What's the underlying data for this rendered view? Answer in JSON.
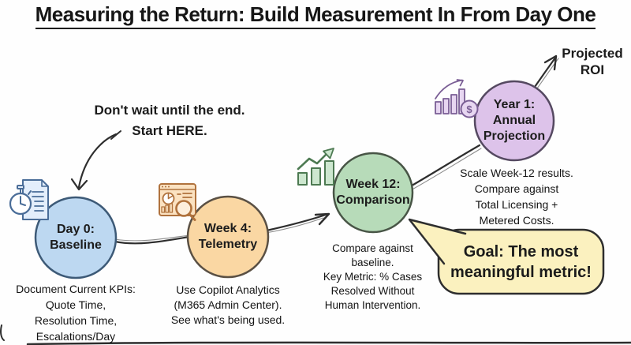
{
  "title": "Measuring the Return: Build Measurement In From Day One",
  "callout": "Don't wait until the end.\nStart HERE.",
  "projected_roi": "Projected\nROI",
  "goal_bubble": {
    "text": "Goal: The most\nmeaningful metric!",
    "fill": "#fbf1bf"
  },
  "icons": {
    "dollar_glyph": "$",
    "day0": "stopwatch-document-icon",
    "week4": "analytics-dashboard-magnifier-icon",
    "week12": "rising-bar-chart-arrow-icon",
    "year1": "roi-bar-chart-dollar-icon"
  },
  "colors": {
    "ink": "#2e2e2e",
    "background": "#fefefe",
    "text": "#161616"
  },
  "stages": [
    {
      "id": "day-0-baseline",
      "label": "Day 0:\nBaseline",
      "caption": "Document Current KPIs:\nQuote Time,\nResolution Time,\nEscalations/Day",
      "fill": "#bdd8f1",
      "stroke": "#3d5a77",
      "icon_stroke": "#4a6d98",
      "icon_fill": "#e3eefb"
    },
    {
      "id": "week-4-telemetry",
      "label": "Week 4:\nTelemetry",
      "caption": "Use Copilot Analytics\n(M365 Admin Center).\nSee what's being used.",
      "fill": "#fad7a3",
      "stroke": "#5a5044",
      "icon_stroke": "#b0723d",
      "icon_fill": "#fbe2c1"
    },
    {
      "id": "week-12-comparison",
      "label": "Week 12:\nComparison",
      "caption": "Compare against\nbaseline.\nKey Metric: % Cases\nResolved Without\nHuman Intervention.",
      "fill": "#b7dbb9",
      "stroke": "#485546",
      "icon_stroke": "#4d7a52",
      "icon_fill": "#cde7cf"
    },
    {
      "id": "year-1-annual-projection",
      "label": "Year 1:\nAnnual\nProjection",
      "caption": "Scale Week-12 results.\nCompare against\nTotal Licensing +\nMetered Costs.",
      "fill": "#ddc3ea",
      "stroke": "#554961",
      "icon_stroke": "#7a5e95",
      "icon_fill": "#e7d6f1"
    }
  ]
}
